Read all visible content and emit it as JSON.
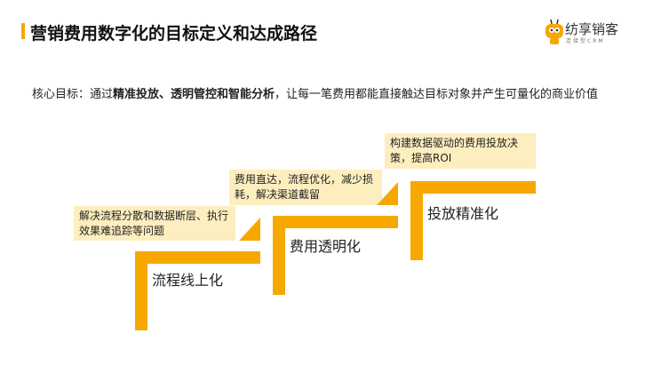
{
  "header": {
    "title": "营销费用数字化的目标定义和达成路径"
  },
  "logo": {
    "name": "纺享销客",
    "subtitle": "连接型CRM"
  },
  "goal": {
    "prefix": "核心目标：通过",
    "highlight": "精准投放、透明管控和智能分析",
    "suffix": "，让每一笔费用都能直接触达目标对象并产生可量化的商业价值"
  },
  "steps": [
    {
      "label": "流程线上化",
      "callout": "解决流程分散和数据断层、执行效果难追踪等问题"
    },
    {
      "label": "费用透明化",
      "callout": "费用直达，流程优化，减少损耗，解决渠道截留"
    },
    {
      "label": "投放精准化",
      "callout": "构建数据驱动的费用投放决策，提高ROI"
    }
  ],
  "colors": {
    "accent": "#f6a800",
    "callout_bg": "#fdeebf"
  }
}
